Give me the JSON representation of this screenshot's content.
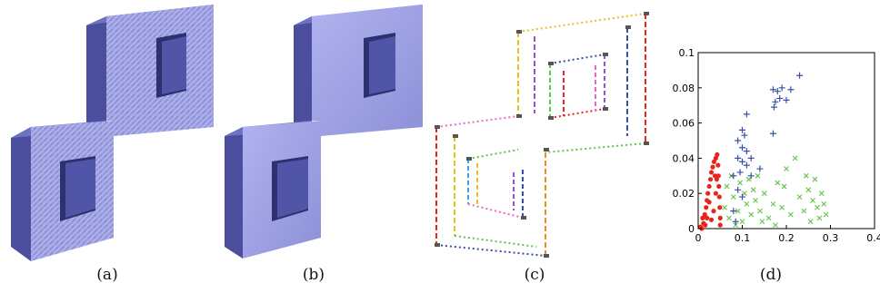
{
  "captions": [
    "(a)",
    "(b)",
    "(c)",
    "(d)"
  ],
  "colors": {
    "block_front_noisy": "#9b9ee0",
    "block_front_smooth": "#9fa2e6",
    "block_side": "#4a4e9c",
    "block_top": "#6e72c2",
    "series_red": "#e8241b",
    "series_green": "#62c34a",
    "series_blue": "#3a4fa8"
  },
  "chart_data": {
    "type": "scatter",
    "xlim": [
      0,
      0.4
    ],
    "ylim": [
      0,
      0.1
    ],
    "xticks": [
      "0",
      "0.1",
      "0.2",
      "0.3",
      "0.4"
    ],
    "yticks": [
      "0",
      "0.02",
      "0.04",
      "0.06",
      "0.08",
      "0.1"
    ],
    "series": [
      {
        "marker": "dot",
        "color": "#e8241b",
        "points": [
          [
            0.008,
            0.0
          ],
          [
            0.012,
            0.003
          ],
          [
            0.015,
            0.008
          ],
          [
            0.018,
            0.012
          ],
          [
            0.02,
            0.016
          ],
          [
            0.022,
            0.02
          ],
          [
            0.025,
            0.024
          ],
          [
            0.028,
            0.028
          ],
          [
            0.03,
            0.032
          ],
          [
            0.033,
            0.035
          ],
          [
            0.036,
            0.038
          ],
          [
            0.04,
            0.04
          ],
          [
            0.043,
            0.042
          ],
          [
            0.045,
            0.036
          ],
          [
            0.046,
            0.03
          ],
          [
            0.047,
            0.024
          ],
          [
            0.048,
            0.018
          ],
          [
            0.049,
            0.012
          ],
          [
            0.05,
            0.006
          ],
          [
            0.05,
            0.002
          ],
          [
            0.04,
            0.02
          ],
          [
            0.035,
            0.01
          ],
          [
            0.03,
            0.005
          ],
          [
            0.025,
            0.015
          ],
          [
            0.02,
            0.006
          ],
          [
            0.038,
            0.03
          ],
          [
            0.042,
            0.028
          ],
          [
            0.016,
            0.002
          ],
          [
            0.01,
            0.006
          ],
          [
            0.005,
            0.001
          ]
        ]
      },
      {
        "marker": "x",
        "color": "#62c34a",
        "points": [
          [
            0.06,
            0.012
          ],
          [
            0.07,
            0.006
          ],
          [
            0.08,
            0.018
          ],
          [
            0.09,
            0.01
          ],
          [
            0.1,
            0.004
          ],
          [
            0.105,
            0.02
          ],
          [
            0.11,
            0.014
          ],
          [
            0.115,
            0.028
          ],
          [
            0.12,
            0.008
          ],
          [
            0.125,
            0.022
          ],
          [
            0.13,
            0.016
          ],
          [
            0.135,
            0.03
          ],
          [
            0.14,
            0.01
          ],
          [
            0.15,
            0.02
          ],
          [
            0.16,
            0.006
          ],
          [
            0.17,
            0.014
          ],
          [
            0.18,
            0.026
          ],
          [
            0.19,
            0.012
          ],
          [
            0.2,
            0.034
          ],
          [
            0.21,
            0.008
          ],
          [
            0.22,
            0.04
          ],
          [
            0.23,
            0.018
          ],
          [
            0.24,
            0.01
          ],
          [
            0.25,
            0.022
          ],
          [
            0.255,
            0.004
          ],
          [
            0.26,
            0.016
          ],
          [
            0.265,
            0.028
          ],
          [
            0.27,
            0.012
          ],
          [
            0.275,
            0.006
          ],
          [
            0.28,
            0.02
          ],
          [
            0.285,
            0.014
          ],
          [
            0.29,
            0.008
          ],
          [
            0.245,
            0.03
          ],
          [
            0.095,
            0.026
          ],
          [
            0.085,
            0.002
          ],
          [
            0.075,
            0.03
          ],
          [
            0.065,
            0.024
          ],
          [
            0.145,
            0.004
          ],
          [
            0.175,
            0.002
          ],
          [
            0.195,
            0.024
          ]
        ]
      },
      {
        "marker": "plus",
        "color": "#3a4fa8",
        "points": [
          [
            0.17,
            0.079
          ],
          [
            0.18,
            0.078
          ],
          [
            0.19,
            0.08
          ],
          [
            0.21,
            0.079
          ],
          [
            0.23,
            0.087
          ],
          [
            0.175,
            0.072
          ],
          [
            0.185,
            0.074
          ],
          [
            0.172,
            0.069
          ],
          [
            0.2,
            0.073
          ],
          [
            0.11,
            0.065
          ],
          [
            0.1,
            0.056
          ],
          [
            0.105,
            0.053
          ],
          [
            0.17,
            0.054
          ],
          [
            0.09,
            0.05
          ],
          [
            0.1,
            0.046
          ],
          [
            0.11,
            0.044
          ],
          [
            0.12,
            0.04
          ],
          [
            0.09,
            0.04
          ],
          [
            0.1,
            0.038
          ],
          [
            0.11,
            0.036
          ],
          [
            0.14,
            0.034
          ],
          [
            0.08,
            0.03
          ],
          [
            0.095,
            0.032
          ],
          [
            0.12,
            0.03
          ],
          [
            0.09,
            0.022
          ],
          [
            0.1,
            0.018
          ],
          [
            0.08,
            0.01
          ],
          [
            0.085,
            0.004
          ]
        ]
      }
    ]
  }
}
